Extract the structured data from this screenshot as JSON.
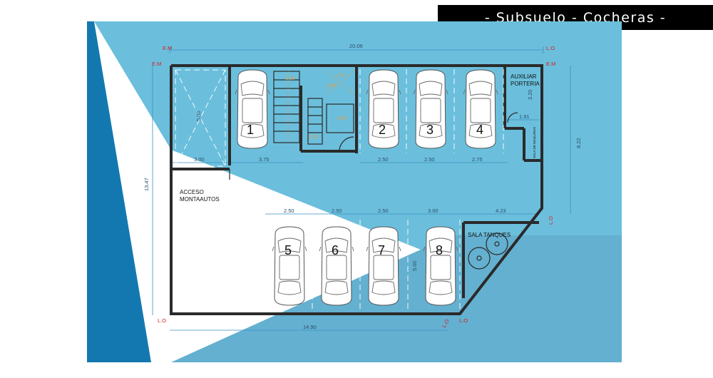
{
  "header": {
    "title": "- Subsuelo - Cocheras -"
  },
  "colors": {
    "sky": "#6bbfdc",
    "deep": "#1478b0",
    "wall": "#2a2a2a",
    "dim": "#3a8fc8",
    "marker": "#d42020",
    "accent": "#e79a3c"
  },
  "plan": {
    "markers": {
      "em": "E.M",
      "lo": "L.O"
    },
    "rooms": {
      "auxiliar": "AUXILIAR",
      "porteria": "PORTERIA",
      "acceso": "ACCESO",
      "montaautos": "MONTAAUTOS",
      "sala_tanques": "SALA TANQUES",
      "sala_maquinas": "SALA DE MAQUINAS"
    },
    "parking_numbers": [
      "1",
      "2",
      "3",
      "4",
      "5",
      "6",
      "7",
      "8"
    ],
    "dimensions": {
      "overall_width": "20.06",
      "overall_height": "13.47",
      "right_height": "8.22",
      "bottom_width": "14.90",
      "w300": "3.00",
      "w375": "3.75",
      "top_row": [
        "2.50",
        "2.50",
        "2.75"
      ],
      "bottom_row": [
        "2.50",
        "2.50",
        "2.50",
        "3.00",
        "4.23"
      ],
      "lift_depth": "5.00",
      "stall_depth": "5.00",
      "aux_depth": "3.20",
      "aux_width": "1.91",
      "stair": [
        "1.25",
        "0.80",
        "1.70",
        "1.50",
        "1.25"
      ]
    }
  }
}
